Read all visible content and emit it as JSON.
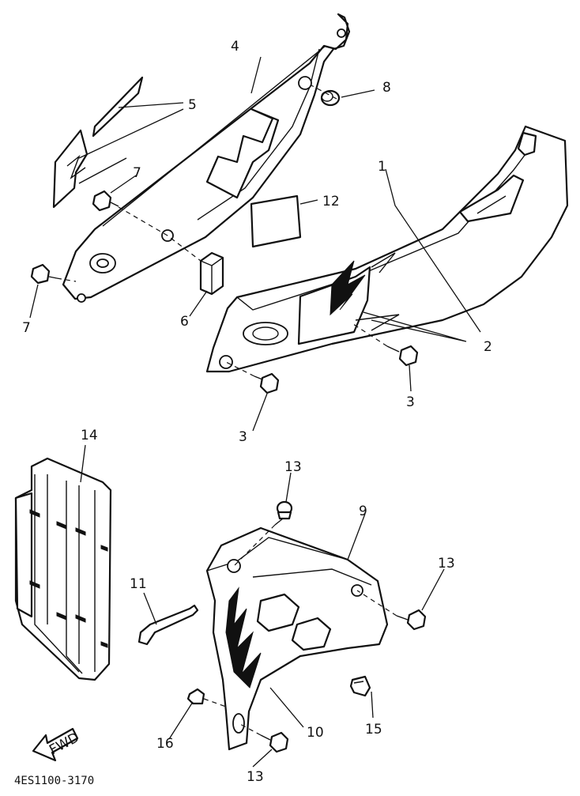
{
  "diagram": {
    "callouts": [
      {
        "id": "c1",
        "text": "1"
      },
      {
        "id": "c2",
        "text": "2"
      },
      {
        "id": "c3a",
        "text": "3"
      },
      {
        "id": "c3b",
        "text": "3"
      },
      {
        "id": "c4",
        "text": "4"
      },
      {
        "id": "c5",
        "text": "5"
      },
      {
        "id": "c6",
        "text": "6"
      },
      {
        "id": "c7a",
        "text": "7"
      },
      {
        "id": "c7b",
        "text": "7"
      },
      {
        "id": "c8",
        "text": "8"
      },
      {
        "id": "c9",
        "text": "9"
      },
      {
        "id": "c10",
        "text": "10"
      },
      {
        "id": "c11",
        "text": "11"
      },
      {
        "id": "c12",
        "text": "12"
      },
      {
        "id": "c13a",
        "text": "13"
      },
      {
        "id": "c13b",
        "text": "13"
      },
      {
        "id": "c13c",
        "text": "13"
      },
      {
        "id": "c14",
        "text": "14"
      },
      {
        "id": "c15",
        "text": "15"
      },
      {
        "id": "c16",
        "text": "16"
      }
    ],
    "fwd_label": "FWD",
    "drawing_code": "4ES1100-3170"
  }
}
